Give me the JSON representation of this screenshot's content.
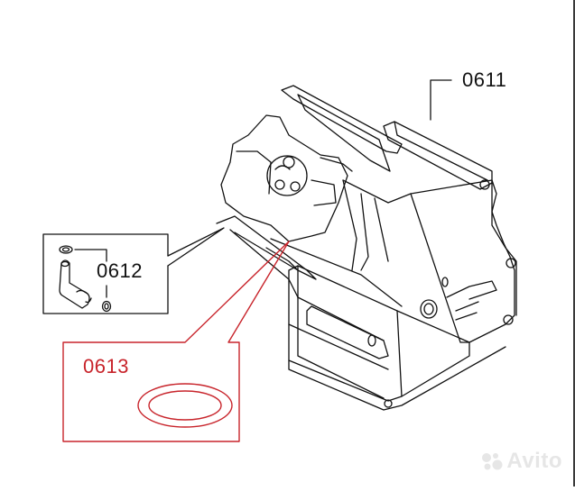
{
  "diagram": {
    "type": "exploded parts diagram",
    "main_part": {
      "id": "0611",
      "description": "brewing unit housing"
    },
    "callouts": [
      {
        "id": "0612",
        "description": "elbow tube with two o-rings",
        "color": "#111111"
      },
      {
        "id": "0613",
        "description": "o-ring seal",
        "color": "#c8242b"
      }
    ]
  },
  "labels": {
    "part_0611": "0611",
    "part_0612": "0612",
    "part_0613": "0613"
  },
  "watermark": {
    "text": "Avito",
    "icon": "avito-dots-icon"
  },
  "colors": {
    "line": "#111111",
    "highlight": "#c8242b",
    "background": "#ffffff",
    "watermark": "#e6e6e6"
  }
}
